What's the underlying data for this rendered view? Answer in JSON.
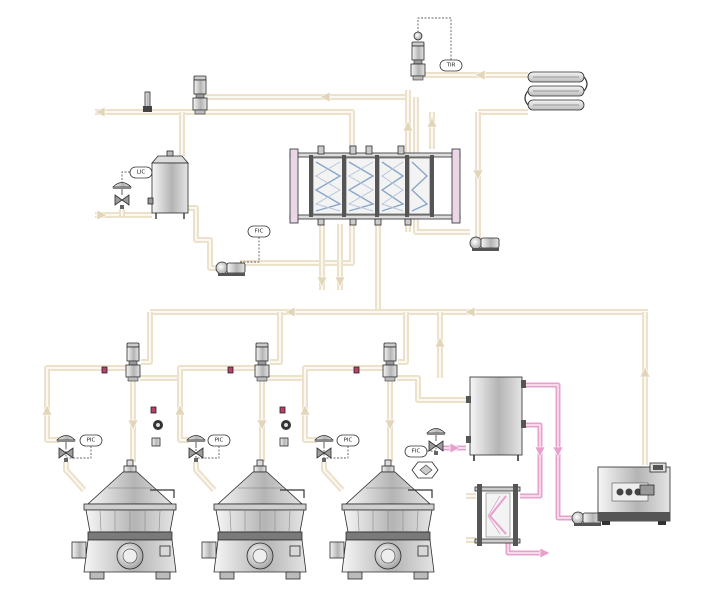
{
  "instruments": {
    "tir": "TIR",
    "lic": "LIC",
    "fic_top": "FIC",
    "pic_1": "PIC",
    "pic_2": "PIC",
    "pic_3": "PIC",
    "fic_bottom": "FIC"
  },
  "colors": {
    "process_pipe": "#ece1cb",
    "product_pipe": "#e6a2cc",
    "equipment_outline": "#2b2b2b"
  }
}
